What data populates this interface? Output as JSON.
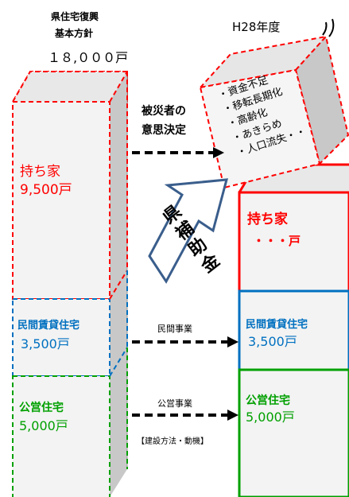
{
  "left_column": {
    "heading_line1": "県住宅復興",
    "heading_line2": "基本方針",
    "total": "１８,０００戸",
    "owned": {
      "label": "持ち家",
      "value": "9,500戸"
    },
    "rental": {
      "label": "民間賃貸住宅",
      "value": "3,500戸"
    },
    "public": {
      "label": "公営住宅",
      "value": "5,000戸"
    }
  },
  "right_column": {
    "heading": "H28年度",
    "owned": {
      "label": "持ち家",
      "value": "・・・戸"
    },
    "rental": {
      "label": "民間賃貸住宅",
      "value": "3,500戸"
    },
    "public": {
      "label": "公営住宅",
      "value": "5,000戸"
    }
  },
  "arrows": {
    "owned_line1": "被災者の",
    "owned_line2": "意思決定",
    "rental": "民間事業",
    "public": "公営事業",
    "construction_note": "【建設方法・動機】"
  },
  "subsidy_arrow": {
    "chars": [
      "県",
      "補",
      "助",
      "金"
    ]
  },
  "bubble": {
    "items": [
      "・資金不足",
      "・移転長期化",
      "・高齢化",
      "・あきらめ",
      "・人口流失・・"
    ]
  },
  "colors": {
    "owned": "#ff0000",
    "rental": "#0070c0",
    "public": "#00a000",
    "side_face": "#c8c8c8",
    "top_face": "#e6e6e6",
    "front_face": "#f2f2f2"
  }
}
